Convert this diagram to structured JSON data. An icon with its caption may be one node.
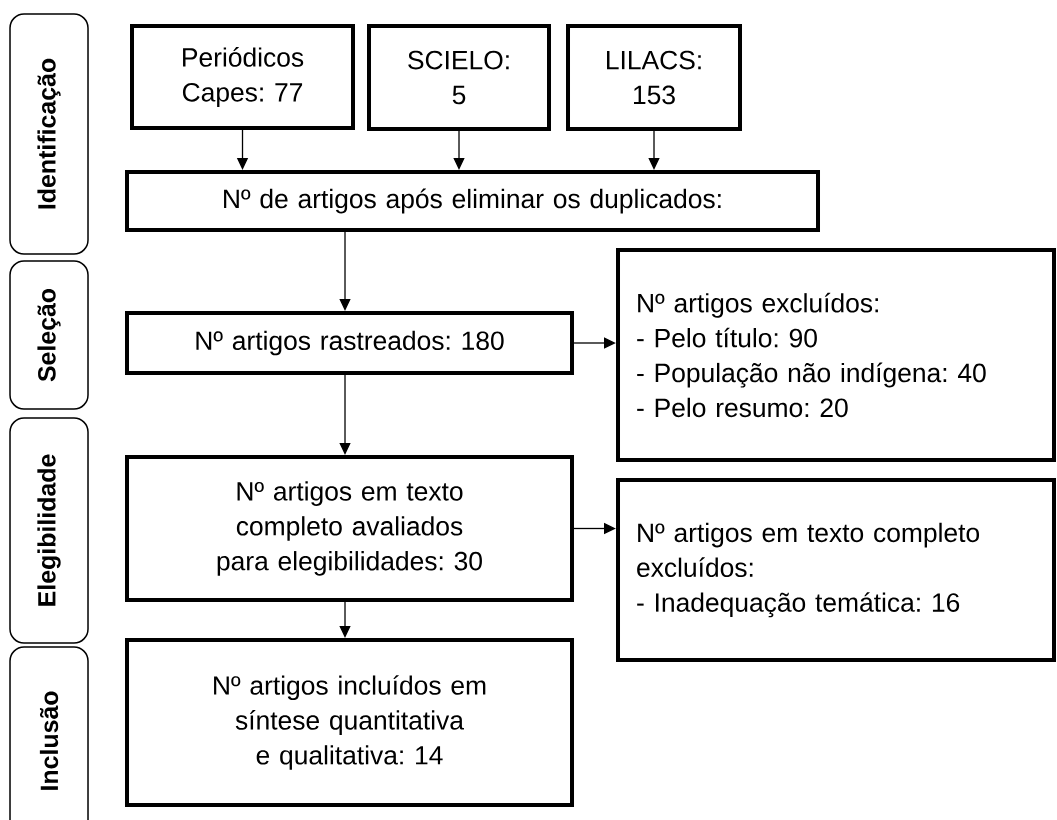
{
  "diagram": {
    "nodes": [
      {
        "text": [
          "Identificação"
        ]
      },
      {
        "text": [
          "Seleção"
        ]
      },
      {
        "text": [
          "Elegibilidade"
        ]
      },
      {
        "text": [
          "Inclusão"
        ]
      },
      {
        "text": [
          "Periódicos Capes: 77"
        ]
      },
      {
        "text": [
          "SCIELO: 5"
        ]
      },
      {
        "text": [
          "LILACS: 153"
        ]
      },
      {
        "text": [
          "Nº de artigos após eliminar os duplicados:"
        ]
      },
      {
        "text": [
          "Nº artigos rastreados: 180"
        ]
      },
      {
        "text": [
          "Nº artigos excluídos:",
          "- Pelo título: 90",
          "- População não indígena: 40",
          "- Pelo resumo: 20"
        ]
      },
      {
        "text": [
          "Nº artigos em texto completo avaliados para elegibilidades: 30"
        ]
      },
      {
        "text": [
          "Nº artigos em texto completo excluídos:",
          "-  Inadequação temática: 16"
        ]
      },
      {
        "text": [
          "Nº artigos incluídos em síntese quantitativa e qualitativa: 14"
        ]
      }
    ],
    "edges": [
      {
        "from": 4,
        "to": 7,
        "arrow": "to"
      },
      {
        "from": 5,
        "to": 7,
        "arrow": "to"
      },
      {
        "from": 6,
        "to": 7,
        "arrow": "to"
      },
      {
        "from": 7,
        "to": 8,
        "arrow": "to"
      },
      {
        "from": 8,
        "to": 9,
        "arrow": "to"
      },
      {
        "from": 8,
        "to": 10,
        "arrow": "to"
      },
      {
        "from": 10,
        "to": 11,
        "arrow": "to"
      },
      {
        "from": 10,
        "to": 12,
        "arrow": "to"
      }
    ]
  }
}
